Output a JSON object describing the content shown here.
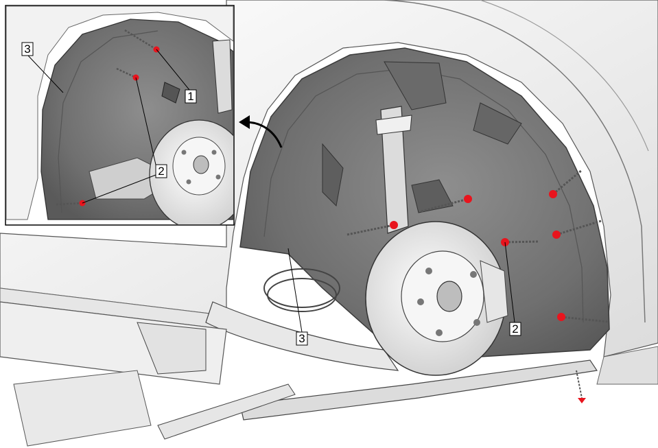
{
  "diagram": {
    "callouts": {
      "main_3": "3",
      "main_2": "2",
      "inset_1": "1",
      "inset_2": "2",
      "inset_3": "3"
    }
  },
  "colors": {
    "fastener_red": "#e8141d",
    "liner_dark": "#7c7c7c",
    "liner_light": "#9a9a9a",
    "body_white": "#f4f4f4",
    "line": "#222222"
  },
  "icons": {
    "arrow": "curved-arrow-icon"
  }
}
